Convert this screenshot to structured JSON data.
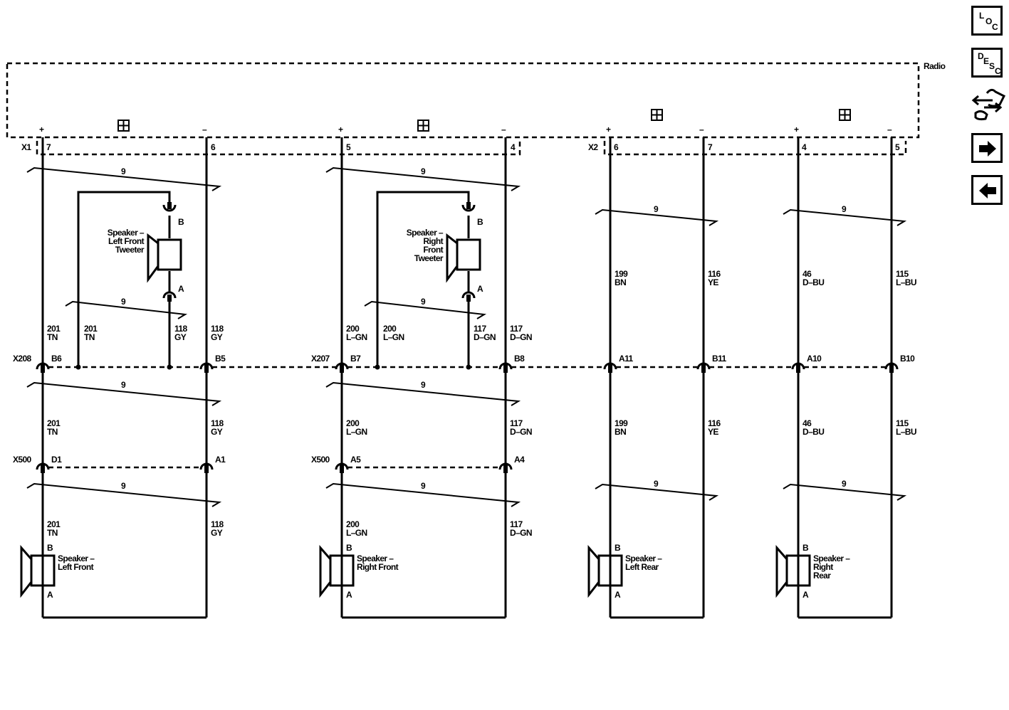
{
  "radio": {
    "label": "Radio"
  },
  "connectors": {
    "x1": {
      "name": "X1",
      "pins": [
        "7",
        "6",
        "5",
        "4"
      ]
    },
    "x2": {
      "name": "X2",
      "pins": [
        "6",
        "7",
        "4",
        "5"
      ]
    },
    "x208": {
      "name": "X208",
      "pins": [
        "B6",
        "B5"
      ]
    },
    "x207": {
      "name": "X207",
      "pins": [
        "B7",
        "B8"
      ]
    },
    "rear_inline": {
      "pins": [
        "A11",
        "B11",
        "A10",
        "B10"
      ]
    },
    "x500a": {
      "name": "X500",
      "pins": [
        "D1",
        "A1"
      ]
    },
    "x500b": {
      "name": "X500",
      "pins": [
        "A5",
        "A4"
      ]
    }
  },
  "polarity": {
    "plus": "+",
    "minus": "–"
  },
  "twist_label": "9",
  "wires": {
    "c201": "201",
    "tn": "TN",
    "c118": "118",
    "gy": "GY",
    "c200": "200",
    "lgn": "L–GN",
    "c117": "117",
    "dgn": "D–GN",
    "c199": "199",
    "bn": "BN",
    "c116": "116",
    "ye": "YE",
    "c46": "46",
    "dbu": "D–BU",
    "c115": "115",
    "lbu": "L–BU"
  },
  "terminals": {
    "a": "A",
    "b": "B"
  },
  "speakers": {
    "lf_tweeter": [
      "Speaker –",
      "Left Front",
      "Tweeter"
    ],
    "rf_tweeter": [
      "Speaker –",
      "Right",
      "Front",
      "Tweeter"
    ],
    "lf": [
      "Speaker –",
      "Left Front"
    ],
    "rf": [
      "Speaker –",
      "Right Front"
    ],
    "lr": [
      "Speaker –",
      "Left Rear"
    ],
    "rr": [
      "Speaker –",
      "Right",
      "Rear"
    ]
  },
  "nav": {
    "loc": {
      "l1": "L",
      "l2": "O",
      "l3": "C"
    },
    "desc": {
      "l1": "D",
      "l2": "E",
      "l3": "S",
      "l4": "C"
    }
  }
}
